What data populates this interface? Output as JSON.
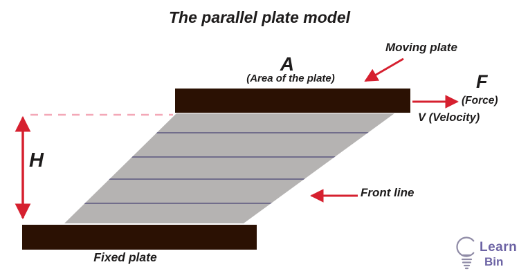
{
  "title": "The parallel plate model",
  "colors": {
    "red": "#d6202f",
    "pink": "#f3a8b7",
    "plate": "#2b1103",
    "fluid": "#b5b3b2",
    "flow_line": "#5b567e",
    "text": "#1d1b1b",
    "logo": "#6c63a4",
    "bulb": "#8f8ba6"
  },
  "labels": {
    "moving_plate": "Moving plate",
    "area_symbol": "A",
    "area_caption": "(Area of the plate)",
    "force_symbol": "F",
    "force_caption": "(Force)",
    "velocity": "V (Velocity)",
    "height_symbol": "H",
    "front_line": "Front line",
    "fixed_plate": "Fixed plate"
  },
  "logo": {
    "line1": "Learn",
    "line2": "Bin"
  }
}
